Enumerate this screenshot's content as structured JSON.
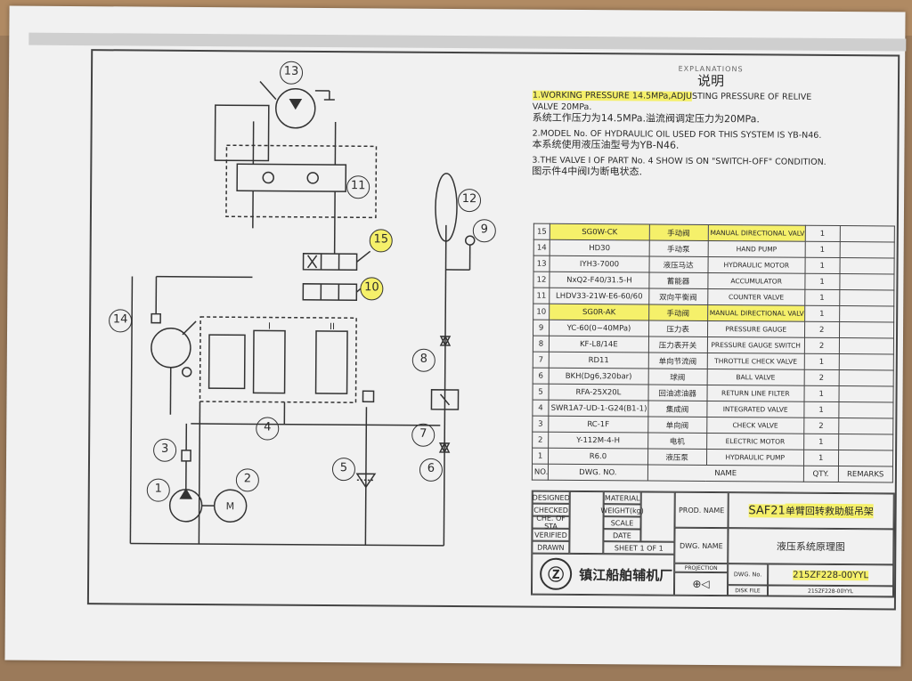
{
  "notes": {
    "heading_en": "EXPLANATIONS",
    "heading_cn": "说明",
    "note1_highlight": "1.WORKING PRESSURE 14.5MPa,ADJU",
    "note1_rest": "STING PRESSURE OF RELIVE",
    "note1_line2": "VALVE 20MPa.",
    "note1_cn": "系统工作压力为14.5MPa.溢流阀调定压力为20MPa.",
    "note2_en": "2.MODEL No. OF HYDRAULIC OIL USED FOR THIS SYSTEM IS YB-N46.",
    "note2_cn": "本系统使用液压油型号为YB-N46.",
    "note3_en": "3.THE VALVE Ⅰ OF PART No. 4 SHOW IS ON \"SWITCH-OFF\" CONDITION.",
    "note3_cn": "图示件4中阀Ⅰ为断电状态."
  },
  "bom": {
    "rows": [
      {
        "no": "15",
        "dwg": "SG0W-CK",
        "cn": "手动阀",
        "name": "MANUAL DIRECTIONAL VALVE",
        "qty": "1",
        "hl": true
      },
      {
        "no": "14",
        "dwg": "HD30",
        "cn": "手动泵",
        "name": "HAND PUMP",
        "qty": "1",
        "hl": false
      },
      {
        "no": "13",
        "dwg": "IYH3-7000",
        "cn": "液压马达",
        "name": "HYDRAULIC MOTOR",
        "qty": "1",
        "hl": false
      },
      {
        "no": "12",
        "dwg": "NxQ2-F40/31.5-H",
        "cn": "蓄能器",
        "name": "ACCUMULATOR",
        "qty": "1",
        "hl": false
      },
      {
        "no": "11",
        "dwg": "LHDV33-21W-E6-60/60",
        "cn": "双向平衡阀",
        "name": "COUNTER VALVE",
        "qty": "1",
        "hl": false
      },
      {
        "no": "10",
        "dwg": "SG0R-AK",
        "cn": "手动阀",
        "name": "MANUAL DIRECTIONAL VALVE",
        "qty": "1",
        "hl": true
      },
      {
        "no": "9",
        "dwg": "YC-60(0~40MPa)",
        "cn": "压力表",
        "name": "PRESSURE GAUGE",
        "qty": "2",
        "hl": false
      },
      {
        "no": "8",
        "dwg": "KF-L8/14E",
        "cn": "压力表开关",
        "name": "PRESSURE GAUGE SWITCH",
        "qty": "2",
        "hl": false
      },
      {
        "no": "7",
        "dwg": "RD11",
        "cn": "单向节流阀",
        "name": "THROTTLE CHECK VALVE",
        "qty": "1",
        "hl": false
      },
      {
        "no": "6",
        "dwg": "BKH(Dg6,320bar)",
        "cn": "球阀",
        "name": "BALL VALVE",
        "qty": "2",
        "hl": false
      },
      {
        "no": "5",
        "dwg": "RFA-25X20L",
        "cn": "回油滤油器",
        "name": "RETURN LINE FILTER",
        "qty": "1",
        "hl": false
      },
      {
        "no": "4",
        "dwg": "SWR1A7-UD-1-G24(B1-1)",
        "cn": "集成阀",
        "name": "INTEGRATED VALVE",
        "qty": "1",
        "hl": false
      },
      {
        "no": "3",
        "dwg": "RC-1F",
        "cn": "单向阀",
        "name": "CHECK VALVE",
        "qty": "2",
        "hl": false
      },
      {
        "no": "2",
        "dwg": "Y-112M-4-H",
        "cn": "电机",
        "name": "ELECTRIC MOTOR",
        "qty": "1",
        "hl": false
      },
      {
        "no": "1",
        "dwg": "R6.0",
        "cn": "液压泵",
        "name": "HYDRAULIC PUMP",
        "qty": "1",
        "hl": false
      }
    ],
    "header": {
      "no": "NO.",
      "dwg": "DWG. NO.",
      "name": "NAME",
      "qty": "QTY.",
      "remarks": "REMARKS"
    }
  },
  "titleblock": {
    "designed": "DESIGNED",
    "checked": "CHECKED",
    "che_of_sta": "CHE. OF STA",
    "verified": "VERIFIED",
    "drawn": "DRAWN",
    "material": "MATERIAL",
    "weight": "WEIGHT(kg)",
    "scale": "SCALE",
    "date": "DATE",
    "sheet": "SHEET 1 OF 1",
    "prod_name_label": "PROD. NAME",
    "prod_name_code": "SAF21",
    "prod_name_cn": "单臂回转救助艇吊架",
    "dwg_name_label": "DWG. NAME",
    "dwg_name": "液压系统原理图",
    "projection": "PROJECTION",
    "dwg_no_label": "DWG. No.",
    "dwg_no": "215ZF228-00YYL",
    "disk_file_label": "DISK FILE",
    "disk_file": "215ZF228-00YYL",
    "company": "镇江船舶辅机厂"
  },
  "diagram": {
    "callouts": [
      "1",
      "2",
      "3",
      "4",
      "5",
      "6",
      "7",
      "8",
      "9",
      "10",
      "11",
      "12",
      "13",
      "14",
      "15"
    ],
    "valve_label_1": "I",
    "valve_label_2": "II",
    "motor_label": "M"
  },
  "colors": {
    "highlight": "#f5f06a",
    "ink": "#2a2a2a"
  }
}
